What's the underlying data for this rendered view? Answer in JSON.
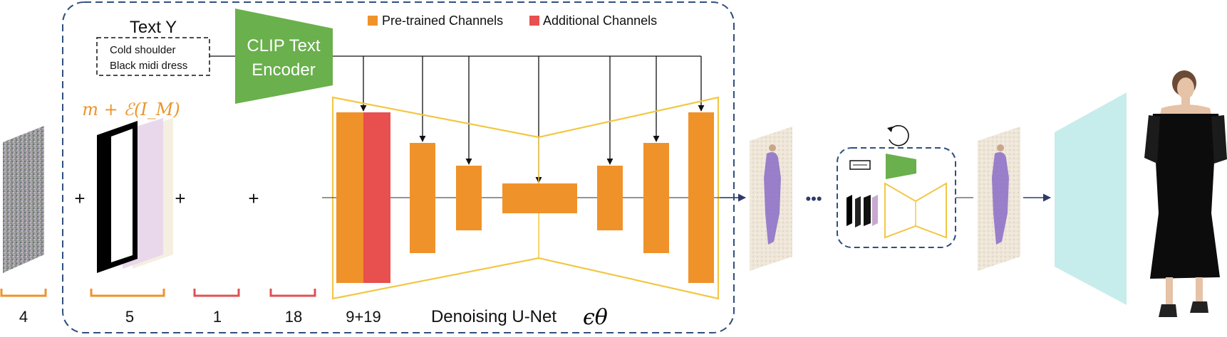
{
  "text_input": {
    "title": "Text Y",
    "line1": "Cold shoulder",
    "line2": "Black midi dress"
  },
  "encoder": {
    "line1": "CLIP Text",
    "line2": "Encoder"
  },
  "legend": {
    "pretrained": "Pre-trained Channels",
    "additional": "Additional Channels"
  },
  "mask_formula": "m + ℰ(I_M)",
  "operators": {
    "plus": "+"
  },
  "channel_counts": {
    "noise": "4",
    "mask": "5",
    "one": "1",
    "eighteen": "18",
    "unet_input": "9+19"
  },
  "unet": {
    "label": "Denoising U-Net",
    "symbol": "ϵθ"
  },
  "ellipsis": "•••",
  "colors": {
    "pretrained": "#F0922A",
    "additional": "#E84F4F",
    "encoder_green": "#6AB04C",
    "unet_outline": "#F2C744",
    "frame": "#2F4F7F",
    "decoder": "#C7ECEC",
    "bracket_orange": "#F0922A",
    "bracket_red": "#E05050"
  }
}
